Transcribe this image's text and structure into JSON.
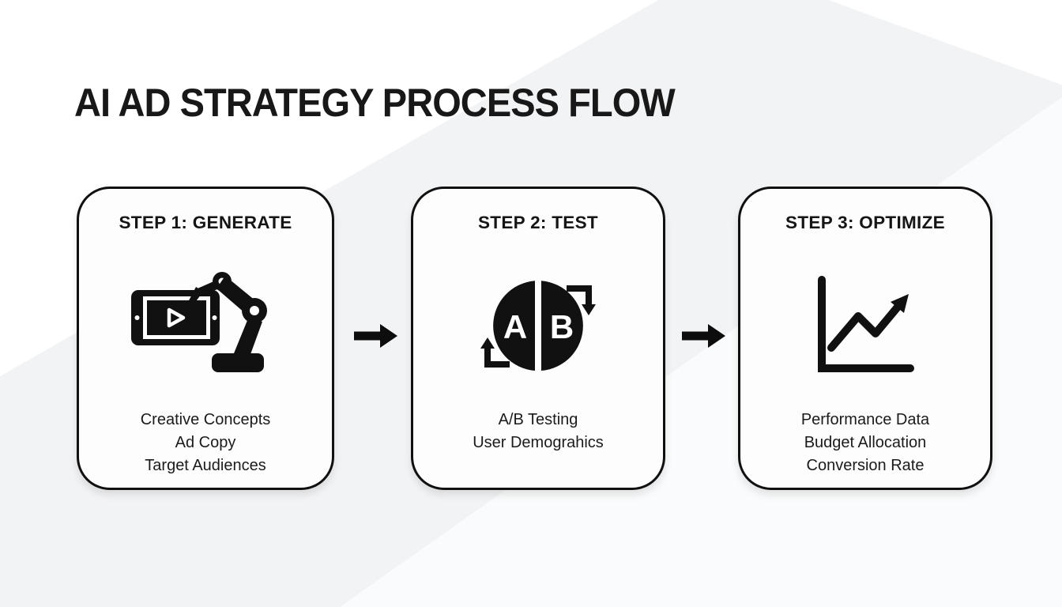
{
  "title": "AI AD STRATEGY PROCESS FLOW",
  "colors": {
    "background": "#f2f3f5",
    "facet_white": "#ffffff",
    "box_fill": "#fdfdfd",
    "box_border": "#101010",
    "icon_black": "#111111",
    "text": "#1b1b1b"
  },
  "steps": [
    {
      "header": "STEP 1: GENERATE",
      "icon": "robot-arm-tablet-icon",
      "lines": [
        "Creative Concepts",
        "Ad Copy",
        "Target Audiences"
      ]
    },
    {
      "header": "STEP 2: TEST",
      "icon": "ab-test-icon",
      "ab": [
        "A",
        "B"
      ],
      "lines": [
        "A/B Testing",
        "User Demograhics"
      ]
    },
    {
      "header": "STEP 3: OPTIMIZE",
      "icon": "growth-chart-icon",
      "lines": [
        "Performance Data",
        "Budget Allocation",
        "Conversion Rate"
      ]
    }
  ],
  "connectors": [
    {
      "icon": "arrow-right-icon"
    },
    {
      "icon": "arrow-right-icon"
    }
  ]
}
